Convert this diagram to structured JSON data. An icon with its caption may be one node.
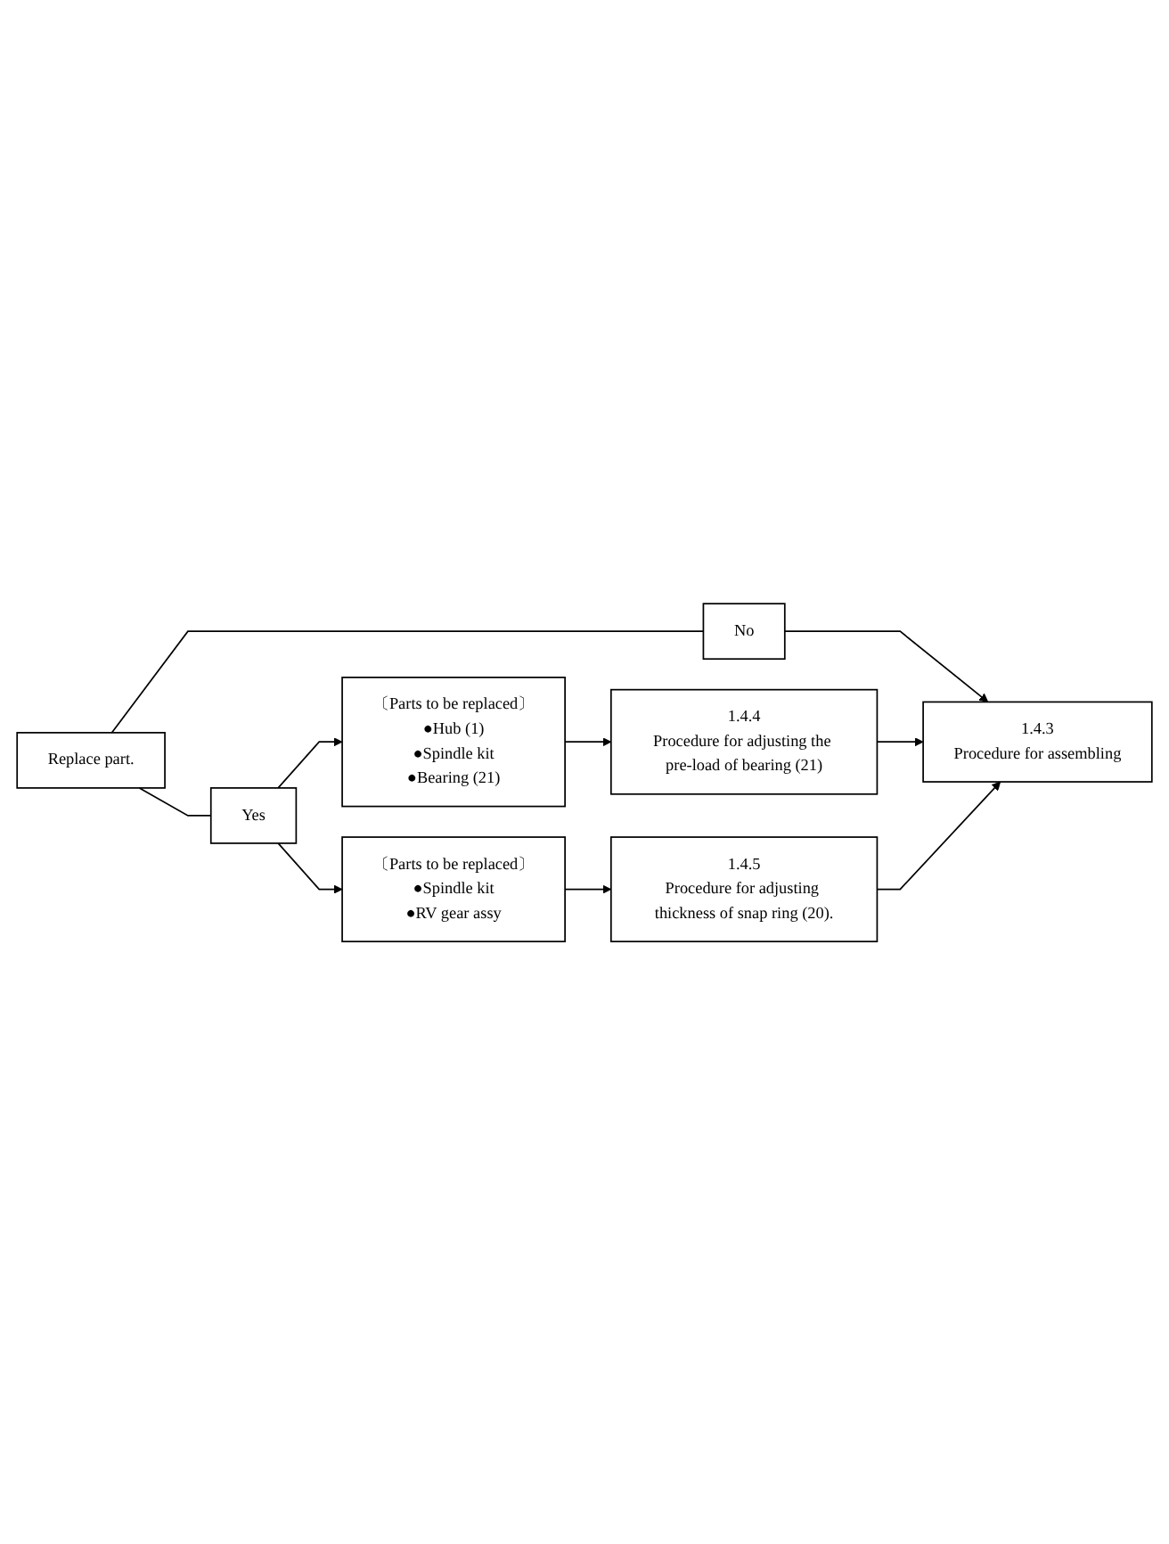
{
  "diagram": {
    "nodes": [
      {
        "text": [
          "Replace part."
        ]
      },
      {
        "text": [
          "No"
        ]
      },
      {
        "text": [
          "Yes"
        ]
      },
      {
        "text": [
          "1.4.3",
          "Procedure for assembling"
        ]
      },
      {
        "text": [
          "〔Parts to be replaced〕",
          "●Hub (1)",
          "●Spindle kit",
          "●Bearing (21)"
        ]
      },
      {
        "text": [
          "1.4.4",
          "Procedure for adjusting the pre-load of bearing (21)"
        ]
      },
      {
        "text": [
          "〔Parts to be replaced〕",
          "●Spindle kit",
          "●RV gear assy"
        ]
      },
      {
        "text": [
          "1.4.5",
          "Procedure for adjusting thickness of snap ring (20)."
        ]
      }
    ],
    "edges": [
      {
        "from": 0,
        "to": 1,
        "arrow": "none"
      },
      {
        "from": 0,
        "to": 2,
        "arrow": "none"
      },
      {
        "from": 1,
        "to": 3,
        "arrow": "to"
      },
      {
        "from": 2,
        "to": 4,
        "arrow": "to"
      },
      {
        "from": 2,
        "to": 6,
        "arrow": "to"
      },
      {
        "from": 4,
        "to": 5,
        "arrow": "to"
      },
      {
        "from": 5,
        "to": 3,
        "arrow": "to"
      },
      {
        "from": 6,
        "to": 7,
        "arrow": "to"
      },
      {
        "from": 7,
        "to": 3,
        "arrow": "to"
      }
    ]
  }
}
